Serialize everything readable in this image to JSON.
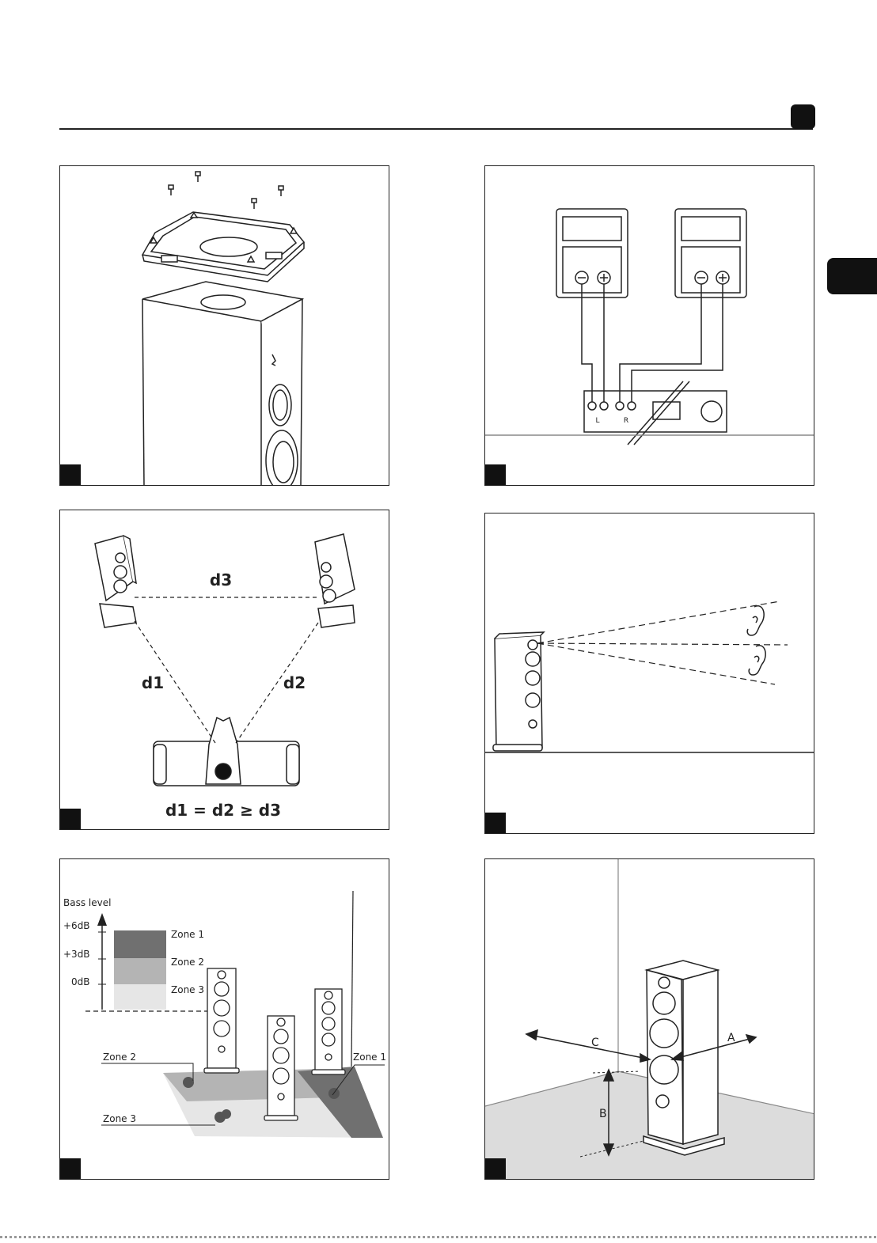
{
  "panel_placement": {
    "formula": "d1 = d2 ≥ d3",
    "label_d1": "d1",
    "label_d2": "d2",
    "label_d3": "d3"
  },
  "panel_bass": {
    "axis_label": "Bass level",
    "levels": [
      "+6dB",
      "+3dB",
      "0dB"
    ],
    "zones": [
      "Zone 1",
      "Zone 2",
      "Zone 3"
    ],
    "zone_callouts": [
      "Zone 2",
      "Zone 1",
      "Zone 3"
    ],
    "colors": {
      "zone1": "#707070",
      "zone2": "#b4b4b4",
      "zone3": "#e6e6e6"
    }
  },
  "panel_wiring": {
    "channel_left": "L",
    "channel_right": "R"
  },
  "panel_corner": {
    "label_a": "A",
    "label_b": "B",
    "label_c": "C",
    "floor_color": "#dcdcdc"
  }
}
